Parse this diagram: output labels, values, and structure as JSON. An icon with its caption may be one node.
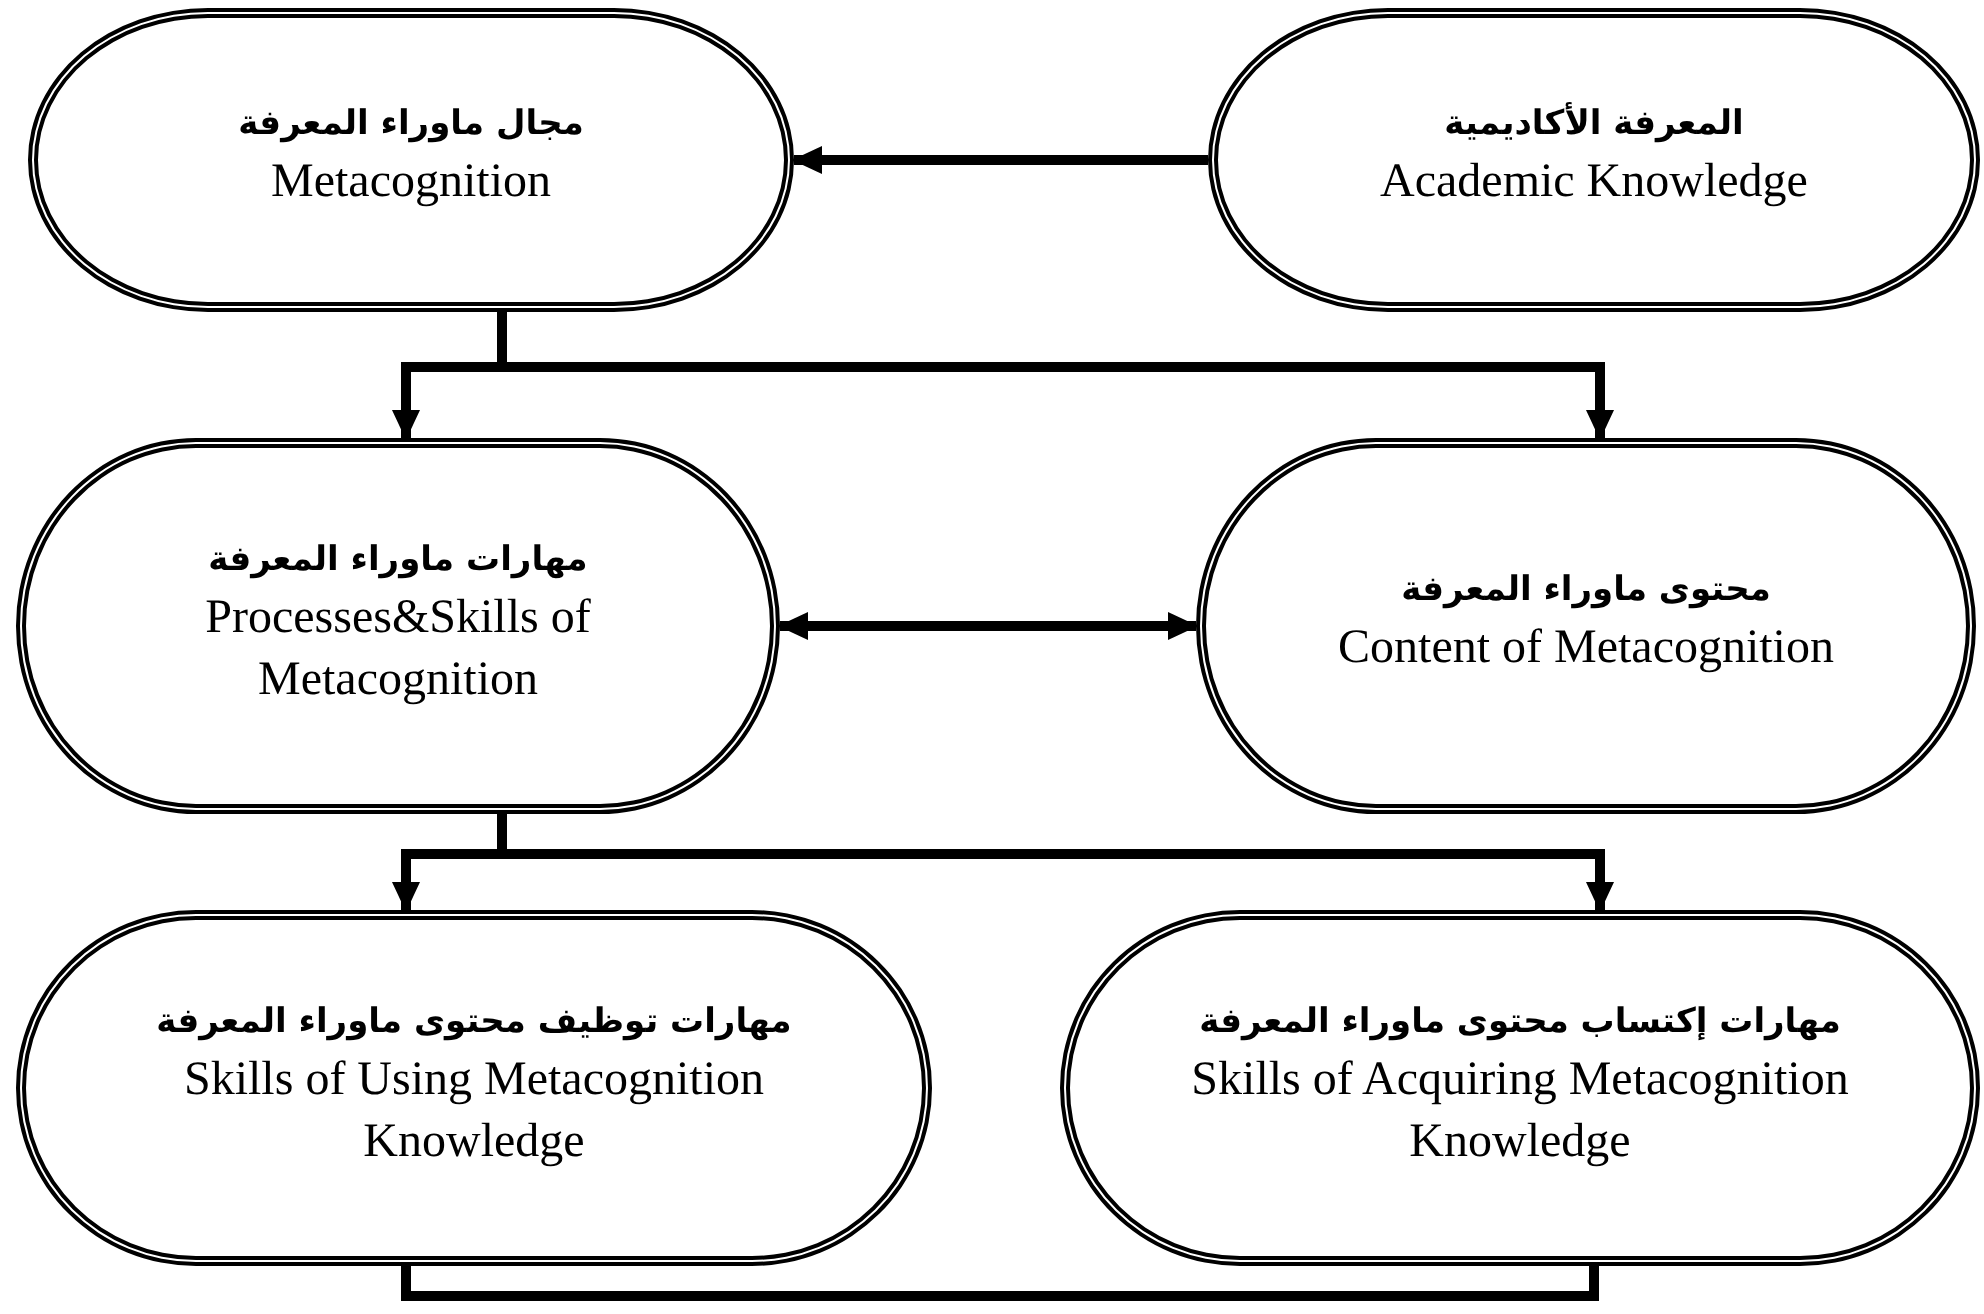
{
  "diagram": {
    "nodes": [
      {
        "text": [
          "مجال ماوراء المعرفة",
          "Metacognition"
        ]
      },
      {
        "text": [
          "المعرفة الأكاديمية",
          "Academic Knowledge"
        ]
      },
      {
        "text": [
          "مهارات ماوراء المعرفة",
          "Processes&Skills of Metacognition"
        ]
      },
      {
        "text": [
          "محتوى ماوراء المعرفة",
          "Content of Metacognition"
        ]
      },
      {
        "text": [
          "مهارات توظيف محتوى ماوراء المعرفة",
          "Skills of Using Metacognition Knowledge"
        ]
      },
      {
        "text": [
          "مهارات إكتساب محتوى ماوراء المعرفة",
          "Skills of Acquiring Metacognition Knowledge"
        ]
      }
    ],
    "edges": [
      {
        "from": 1,
        "to": 0,
        "arrow": "to"
      },
      {
        "from": 0,
        "to": 2,
        "arrow": "to"
      },
      {
        "from": 0,
        "to": 3,
        "arrow": "to"
      },
      {
        "from": 2,
        "to": 3,
        "arrow": "both"
      },
      {
        "from": 2,
        "to": 4,
        "arrow": "to"
      },
      {
        "from": 2,
        "to": 5,
        "arrow": "to"
      },
      {
        "from": 4,
        "to": 5,
        "arrow": "none"
      }
    ]
  }
}
